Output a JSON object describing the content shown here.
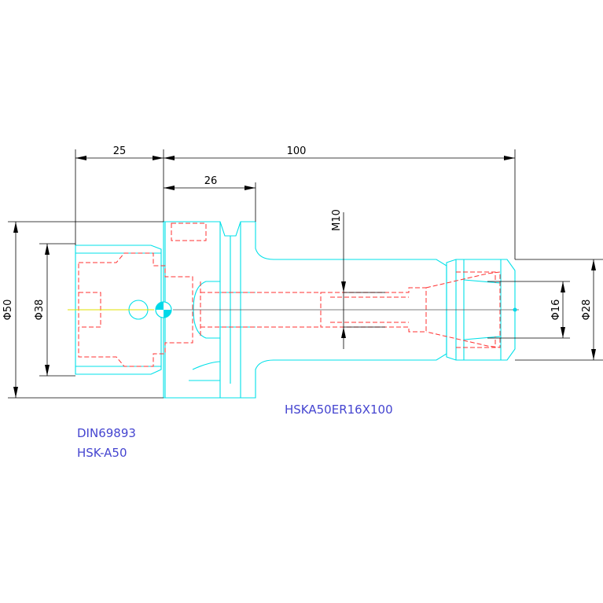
{
  "dimensions": {
    "flange_offset": "25",
    "overall_length": "100",
    "body_length": "26",
    "thread": "M10",
    "dia_flange": "Φ50",
    "dia_taper": "Φ38",
    "dia_collet": "Φ16",
    "dia_nut": "Φ28"
  },
  "labels": {
    "model": "HSKA50ER16X100",
    "standard": "DIN69893",
    "interface": "HSK-A50"
  },
  "colors": {
    "outline": "#00e0e8",
    "hidden": "#ff3030",
    "dimension": "#000000",
    "label": "#4545d0",
    "centerline": "#e0e000"
  }
}
